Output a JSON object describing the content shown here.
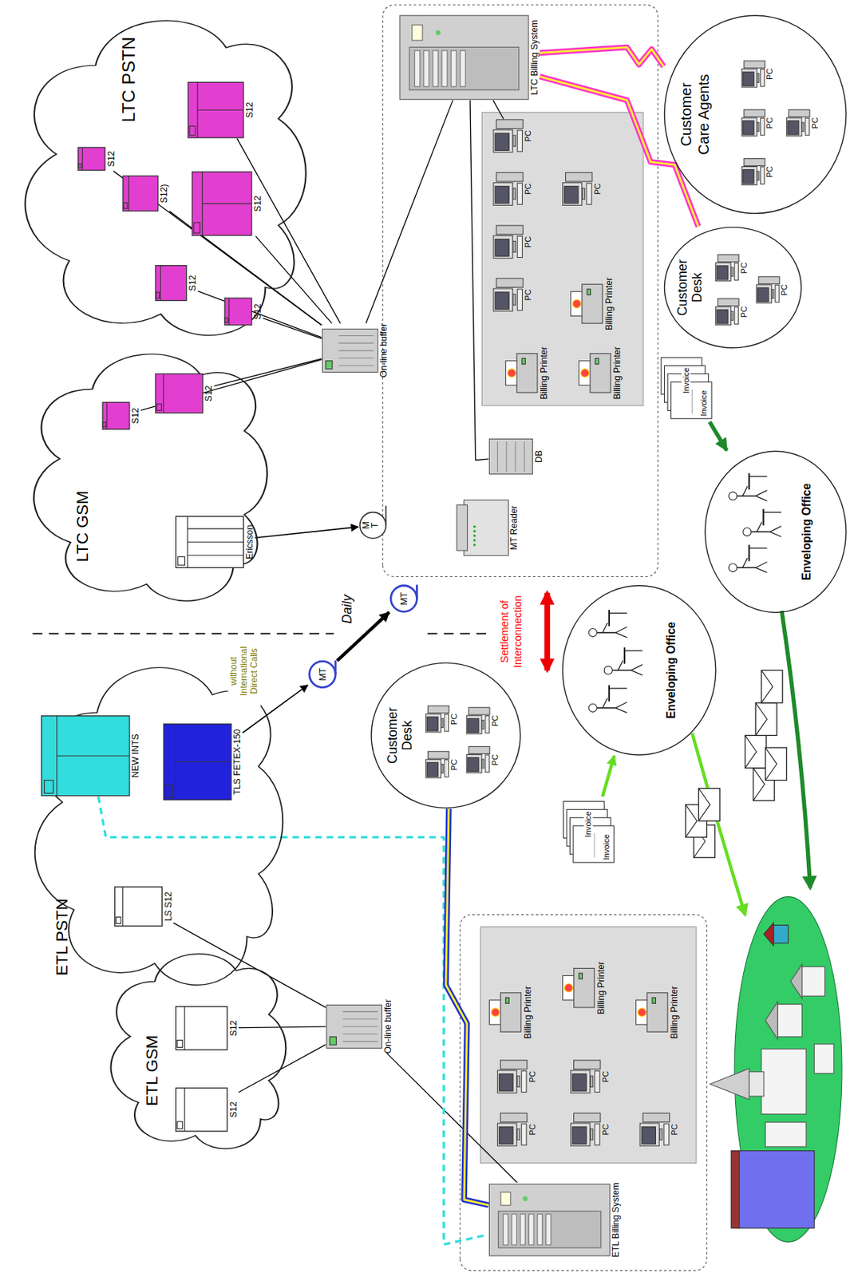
{
  "diagram": {
    "nodes": [
      {
        "text": [
          "ETL GSM"
        ]
      },
      {
        "text": [
          "S12"
        ],
        "in": 0
      },
      {
        "text": [
          "S12"
        ],
        "in": 0
      },
      {
        "text": [
          "ETL PSTN"
        ]
      },
      {
        "text": [
          "LS S12"
        ],
        "in": 3
      },
      {
        "text": [
          "NEW INTS"
        ],
        "in": 3
      },
      {
        "text": [
          "TLS FETEX-150"
        ],
        "in": 3
      },
      {
        "text": [
          "On-line buffer"
        ]
      },
      {
        "text": [
          "ETL Billing System"
        ]
      },
      {
        "text": [
          "PC"
        ]
      },
      {
        "text": [
          "PC"
        ]
      },
      {
        "text": [
          "PC"
        ]
      },
      {
        "text": [
          "PC"
        ]
      },
      {
        "text": [
          "PC"
        ]
      },
      {
        "text": [
          "Billing Printer"
        ]
      },
      {
        "text": [
          "Billing Printer"
        ]
      },
      {
        "text": [
          "Billing Printer"
        ]
      },
      {
        "text": [
          "Customer Desk"
        ]
      },
      {
        "text": [
          "PC"
        ],
        "in": 17
      },
      {
        "text": [
          "PC"
        ],
        "in": 17
      },
      {
        "text": [
          "PC"
        ],
        "in": 17
      },
      {
        "text": [
          "PC"
        ],
        "in": 17
      },
      {
        "text": [
          "Invoice",
          "Invoice"
        ]
      },
      {
        "text": [
          "Enveloping Office"
        ]
      },
      {
        "text": [
          "MT"
        ]
      },
      {
        "text": [
          "MT"
        ]
      },
      {
        "text": [
          "LTC GSM"
        ]
      },
      {
        "text": [
          "Ericsson"
        ],
        "in": 26
      },
      {
        "text": [
          "S12"
        ],
        "in": 26
      },
      {
        "text": [
          "S12"
        ],
        "in": 26
      },
      {
        "text": [
          "LTC PSTN"
        ]
      },
      {
        "text": [
          "S12"
        ],
        "in": 30
      },
      {
        "text": [
          "S12)"
        ],
        "in": 30
      },
      {
        "text": [
          "S12"
        ],
        "in": 30
      },
      {
        "text": [
          "S12"
        ],
        "in": 30
      },
      {
        "text": [
          "S12"
        ],
        "in": 30
      },
      {
        "text": [
          "S12"
        ],
        "in": 30
      },
      {
        "text": [
          "On-line buffer"
        ]
      },
      {
        "text": [
          "M T"
        ]
      },
      {
        "text": [
          "MT Reader"
        ]
      },
      {
        "text": [
          "DB"
        ]
      },
      {
        "text": [
          "LTC Billing System"
        ]
      },
      {
        "text": [
          "PC"
        ]
      },
      {
        "text": [
          "PC"
        ]
      },
      {
        "text": [
          "PC"
        ]
      },
      {
        "text": [
          "PC"
        ]
      },
      {
        "text": [
          "PC"
        ]
      },
      {
        "text": [
          "Billing Printer"
        ]
      },
      {
        "text": [
          "Billing Printer"
        ]
      },
      {
        "text": [
          "Billing Printer"
        ]
      },
      {
        "text": [
          "Customer Desk"
        ]
      },
      {
        "text": [
          "PC"
        ],
        "in": 50
      },
      {
        "text": [
          "PC"
        ],
        "in": 50
      },
      {
        "text": [
          "PC"
        ],
        "in": 50
      },
      {
        "text": [
          "Customer Care Agents"
        ]
      },
      {
        "text": [
          "PC"
        ],
        "in": 54
      },
      {
        "text": [
          "PC"
        ],
        "in": 54
      },
      {
        "text": [
          "PC"
        ],
        "in": 54
      },
      {
        "text": [
          "PC"
        ],
        "in": 54
      },
      {
        "text": [
          "Invoice",
          "Invoice"
        ]
      },
      {
        "text": [
          "Enveloping Office"
        ]
      }
    ],
    "edges": [
      {
        "from": 1,
        "to": 7,
        "arrow": "none"
      },
      {
        "from": 2,
        "to": 7,
        "arrow": "none"
      },
      {
        "from": 4,
        "to": 7,
        "arrow": "none"
      },
      {
        "from": 7,
        "to": 8,
        "arrow": "none"
      },
      {
        "from": 5,
        "to": 8,
        "arrow": "none"
      },
      {
        "from": 6,
        "to": 24,
        "arrow": "to"
      },
      {
        "from": 24,
        "to": 25,
        "arrow": "to"
      },
      {
        "from": 27,
        "to": 38,
        "arrow": "to"
      },
      {
        "from": 28,
        "to": 37,
        "arrow": "none"
      },
      {
        "from": 29,
        "to": 37,
        "arrow": "none"
      },
      {
        "from": 31,
        "to": 37,
        "arrow": "none"
      },
      {
        "from": 32,
        "to": 37,
        "arrow": "none"
      },
      {
        "from": 33,
        "to": 37,
        "arrow": "none"
      },
      {
        "from": 34,
        "to": 37,
        "arrow": "none"
      },
      {
        "from": 35,
        "to": 37,
        "arrow": "none"
      },
      {
        "from": 36,
        "to": 37,
        "arrow": "none"
      },
      {
        "from": 37,
        "to": 41,
        "arrow": "none"
      },
      {
        "from": 40,
        "to": 41,
        "arrow": "none"
      },
      {
        "from": 41,
        "to": 45,
        "arrow": "none"
      },
      {
        "from": 41,
        "to": 50,
        "arrow": "none"
      },
      {
        "from": 41,
        "to": 54,
        "arrow": "none"
      },
      {
        "from": 8,
        "to": 17,
        "arrow": "none"
      },
      {
        "from": 22,
        "to": 23,
        "arrow": "to"
      },
      {
        "from": 59,
        "to": 60,
        "arrow": "to"
      }
    ],
    "labels": [
      "without International Direct Calls",
      "Daily",
      "Settlement of Interconnection"
    ]
  }
}
